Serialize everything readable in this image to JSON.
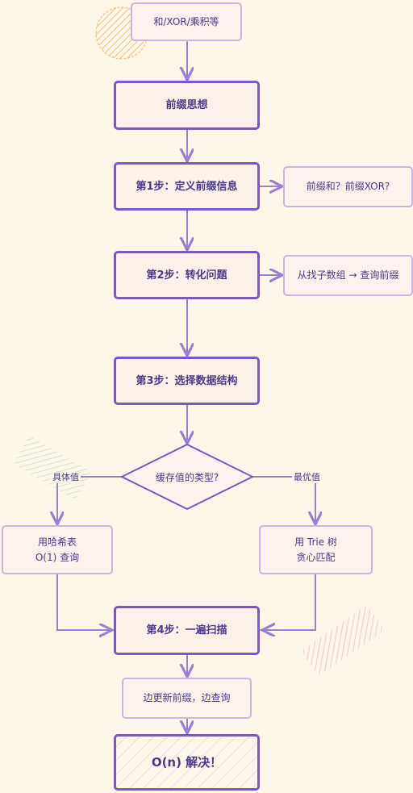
{
  "colors": {
    "background": "#fff6ea",
    "box_fill": "#fef3ec",
    "thin_border": "#cbb5e6",
    "thick_border": "#7c58c5",
    "arrow": "#9a7fd4",
    "text": "#4a3a8e",
    "accent_orange": "#f2c27a",
    "accent_green": "#cfe6c3",
    "accent_pink": "#f1c8da"
  },
  "nodes": {
    "top": "和/XOR/乘积等",
    "concept": "前缀思想",
    "step1": "第1步：定义前缀信息",
    "step1_note": "前缀和？前缀XOR?",
    "step2": "第2步：转化问题",
    "step2_note": "从找子数组 → 查询前缀",
    "step3": "第3步：选择数据结构",
    "decision": "缓存值的类型?",
    "left_option": "用哈希表\nO(1) 查询",
    "right_option": "用 Trie 树\n贪心匹配",
    "step4": "第4步：一遍扫描",
    "scan": "边更新前缀，边查询",
    "result": "O(n) 解决！"
  },
  "edge_labels": {
    "left": "具体值",
    "right": "最优值"
  }
}
